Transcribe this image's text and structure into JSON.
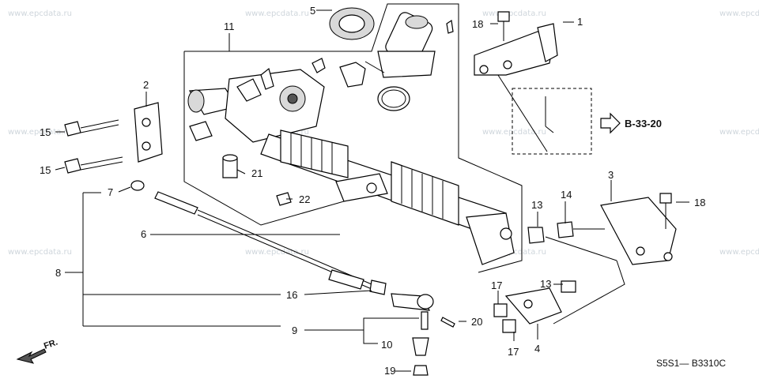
{
  "watermark": "www.epcdata.ru",
  "callouts": {
    "c1": "1",
    "c2": "2",
    "c3": "3",
    "c4": "4",
    "c5": "5",
    "c6": "6",
    "c7": "7",
    "c8": "8",
    "c9": "9",
    "c10": "10",
    "c11": "11",
    "c13a": "13",
    "c13b": "13",
    "c14": "14",
    "c15a": "15",
    "c15b": "15",
    "c16": "16",
    "c17a": "17",
    "c17b": "17",
    "c18a": "18",
    "c18b": "18",
    "c19": "19",
    "c20": "20",
    "c21": "21",
    "c22": "22"
  },
  "reference": "B-33-20",
  "diagram_code": "S5S1— B3310C",
  "front_label": "FR."
}
